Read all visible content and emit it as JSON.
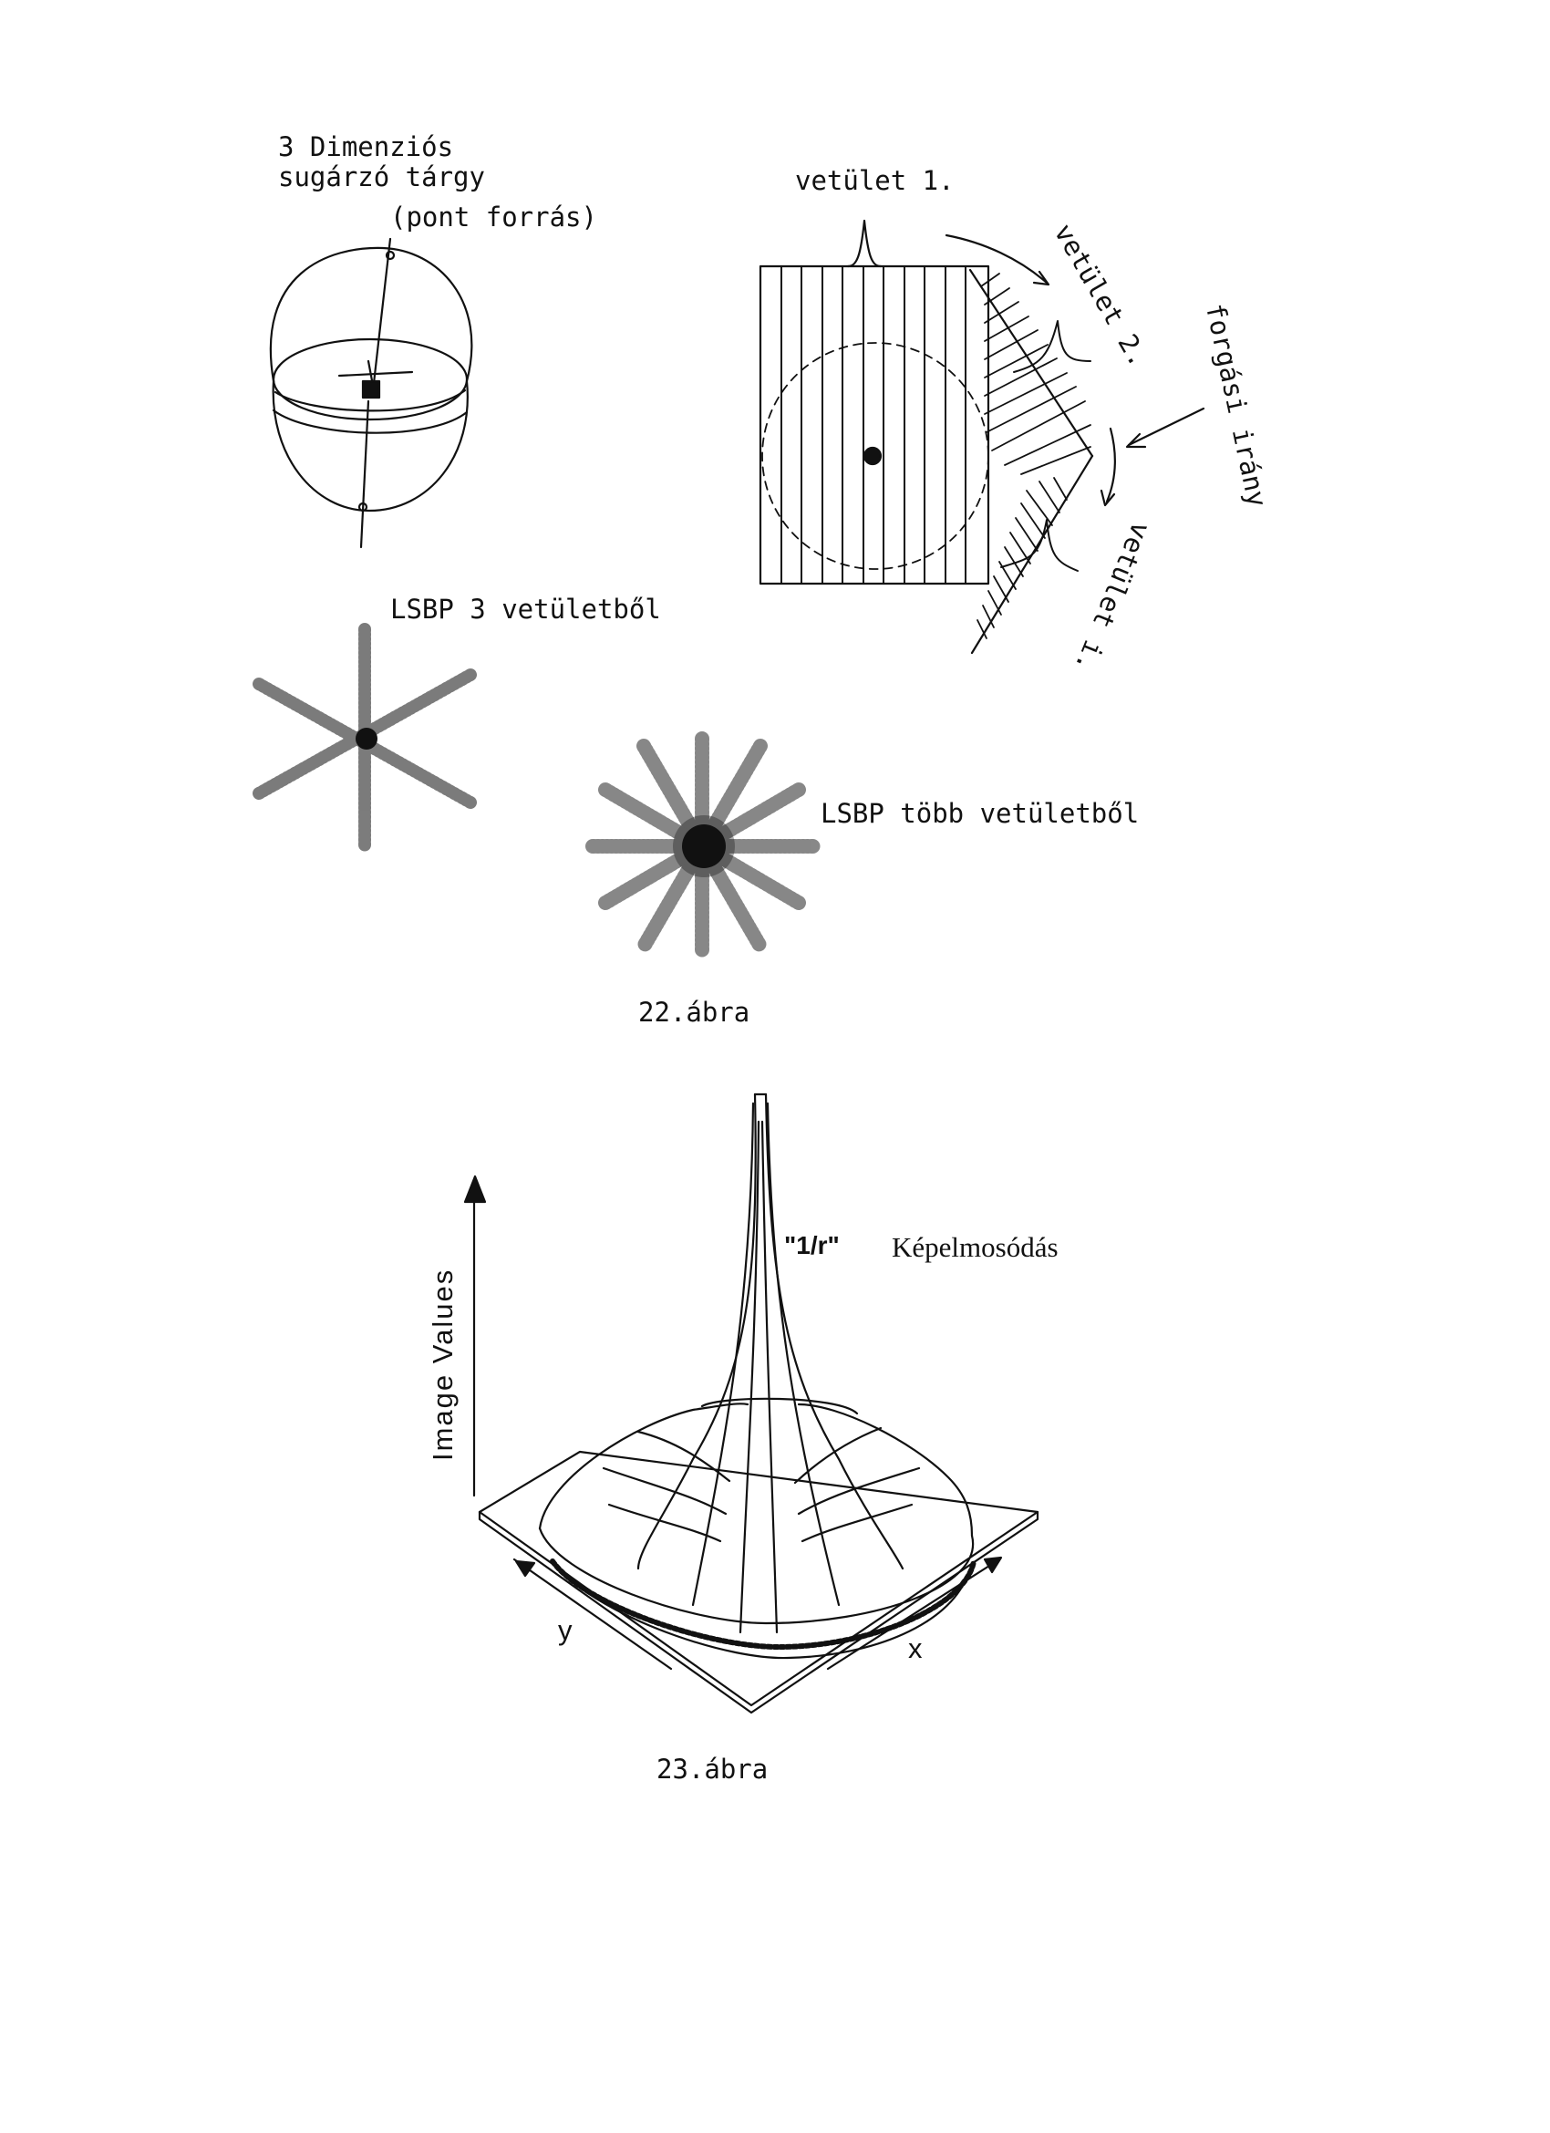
{
  "fig22": {
    "object_line1": "3 Dimenziós",
    "object_line2": "sugárzó tárgy",
    "object_line3": "(pont forrás)",
    "projection_1": "vetület 1.",
    "projection_2": "vetület 2.",
    "projection_i": "vetület i.",
    "rotation": "forgási irány",
    "lsbp_3": "LSBP 3 vetületből",
    "lsbp_many": "LSBP több vetületből",
    "caption": "22.ábra"
  },
  "fig23": {
    "y_axis": "Image Values",
    "peak_quote": "\"1/r\"",
    "peak_label": "Képelmosódás",
    "axis_x": "x",
    "axis_y": "y",
    "caption": "23.ábra"
  }
}
